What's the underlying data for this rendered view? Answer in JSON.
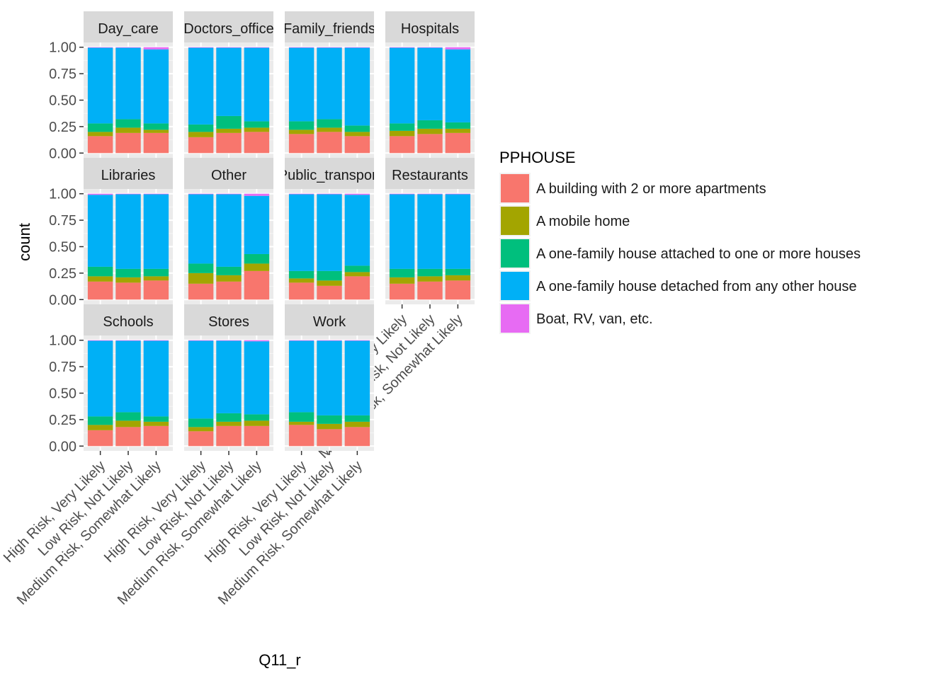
{
  "chart_data": {
    "type": "bar",
    "stacked": true,
    "normalized": true,
    "xlabel": "Q11_r",
    "ylabel": "count",
    "ylim": [
      0,
      1
    ],
    "y_ticks": [
      "0.00",
      "0.25",
      "0.50",
      "0.75",
      "1.00"
    ],
    "x_ticks": [
      "High Risk, Very Likely",
      "Low Risk, Not Likely",
      "Medium Risk, Somewhat Likely"
    ],
    "grid": true,
    "legend": {
      "title": "PPHOUSE",
      "position": "right",
      "entries": [
        {
          "name": "A building with 2 or more apartments",
          "color": "#F8766D"
        },
        {
          "name": "A mobile home",
          "color": "#A3A500"
        },
        {
          "name": "A one-family house attached to one or more houses",
          "color": "#00BF7D"
        },
        {
          "name": "A one-family house detached from any other house",
          "color": "#00B0F6"
        },
        {
          "name": "Boat, RV, van, etc.",
          "color": "#E76BF3"
        }
      ]
    },
    "panels": [
      {
        "label": "Day_care",
        "bars": [
          [
            0.16,
            0.04,
            0.08,
            0.715,
            0.005
          ],
          [
            0.19,
            0.05,
            0.08,
            0.675,
            0.005
          ],
          [
            0.19,
            0.03,
            0.06,
            0.7,
            0.02
          ]
        ]
      },
      {
        "label": "Doctors_office",
        "bars": [
          [
            0.15,
            0.05,
            0.07,
            0.725,
            0.005
          ],
          [
            0.19,
            0.04,
            0.12,
            0.645,
            0.005
          ],
          [
            0.2,
            0.04,
            0.06,
            0.695,
            0.005
          ]
        ]
      },
      {
        "label": "Family_friends",
        "bars": [
          [
            0.18,
            0.04,
            0.08,
            0.695,
            0.005
          ],
          [
            0.2,
            0.04,
            0.08,
            0.675,
            0.005
          ],
          [
            0.16,
            0.04,
            0.06,
            0.735,
            0.005
          ]
        ]
      },
      {
        "label": "Hospitals",
        "bars": [
          [
            0.16,
            0.05,
            0.07,
            0.715,
            0.005
          ],
          [
            0.18,
            0.05,
            0.08,
            0.685,
            0.005
          ],
          [
            0.19,
            0.04,
            0.06,
            0.69,
            0.02
          ]
        ]
      },
      {
        "label": "Libraries",
        "bars": [
          [
            0.17,
            0.05,
            0.09,
            0.68,
            0.01
          ],
          [
            0.16,
            0.05,
            0.08,
            0.705,
            0.005
          ],
          [
            0.18,
            0.04,
            0.07,
            0.705,
            0.005
          ]
        ]
      },
      {
        "label": "Other",
        "bars": [
          [
            0.15,
            0.1,
            0.09,
            0.655,
            0.005
          ],
          [
            0.17,
            0.06,
            0.08,
            0.685,
            0.005
          ],
          [
            0.27,
            0.07,
            0.09,
            0.55,
            0.02
          ]
        ]
      },
      {
        "label": "Public_transport",
        "bars": [
          [
            0.16,
            0.04,
            0.07,
            0.725,
            0.005
          ],
          [
            0.13,
            0.05,
            0.09,
            0.725,
            0.005
          ],
          [
            0.22,
            0.04,
            0.06,
            0.67,
            0.01
          ]
        ]
      },
      {
        "label": "Restaurants",
        "bars": [
          [
            0.15,
            0.06,
            0.08,
            0.705,
            0.005
          ],
          [
            0.17,
            0.05,
            0.07,
            0.705,
            0.005
          ],
          [
            0.18,
            0.05,
            0.06,
            0.705,
            0.005
          ]
        ]
      },
      {
        "label": "Schools",
        "bars": [
          [
            0.15,
            0.05,
            0.08,
            0.715,
            0.005
          ],
          [
            0.18,
            0.06,
            0.08,
            0.675,
            0.005
          ],
          [
            0.19,
            0.04,
            0.05,
            0.715,
            0.005
          ]
        ]
      },
      {
        "label": "Stores",
        "bars": [
          [
            0.14,
            0.04,
            0.08,
            0.735,
            0.005
          ],
          [
            0.19,
            0.04,
            0.08,
            0.685,
            0.005
          ],
          [
            0.19,
            0.05,
            0.06,
            0.69,
            0.01
          ]
        ]
      },
      {
        "label": "Work",
        "bars": [
          [
            0.2,
            0.03,
            0.09,
            0.675,
            0.005
          ],
          [
            0.16,
            0.05,
            0.08,
            0.705,
            0.005
          ],
          [
            0.18,
            0.05,
            0.06,
            0.705,
            0.005
          ]
        ]
      }
    ]
  }
}
